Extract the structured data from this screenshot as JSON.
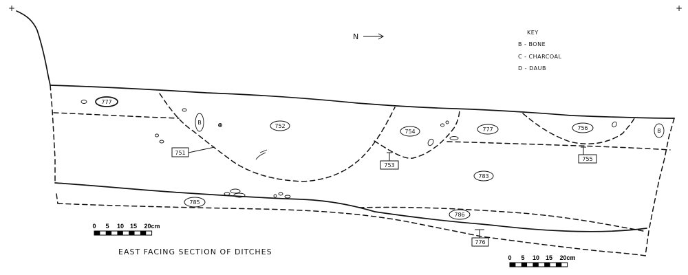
{
  "orientation": {
    "label": "N",
    "arrow": "north-arrow"
  },
  "key": {
    "heading": "KEY",
    "items": [
      {
        "code": "B",
        "text": "B - BONE"
      },
      {
        "code": "C",
        "text": "C - CHARCOAL"
      },
      {
        "code": "D",
        "text": "D - DAUB"
      }
    ]
  },
  "title": "EAST FACING SECTION OF DITCHES",
  "contexts": {
    "c777a": "777",
    "c752": "752",
    "c754": "754",
    "c777b": "777",
    "c756": "756",
    "c783": "783",
    "c785": "785",
    "c786": "786"
  },
  "cuts": {
    "c751": "751",
    "c753": "753",
    "c755": "755",
    "c776": "776"
  },
  "inclusions": {
    "bone1": "B",
    "bone2": "B"
  },
  "scale_bar": {
    "labels": [
      "0",
      "5",
      "10",
      "15",
      "20cm"
    ]
  },
  "corner_marks": {
    "left": "+",
    "right": "+"
  }
}
